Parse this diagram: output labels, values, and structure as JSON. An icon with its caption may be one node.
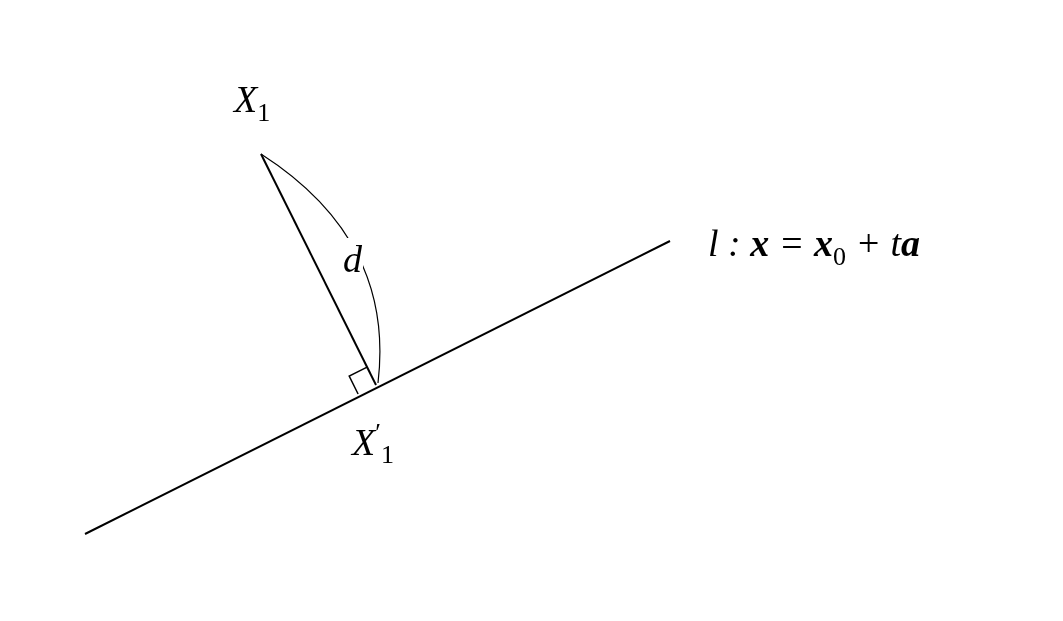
{
  "diagram": {
    "labels": [
      "X$_{1}$",
      "d",
      "l : **x** = **x**$_{0}$ + t**a**",
      "X$^{′}$$_{1}$"
    ]
  }
}
